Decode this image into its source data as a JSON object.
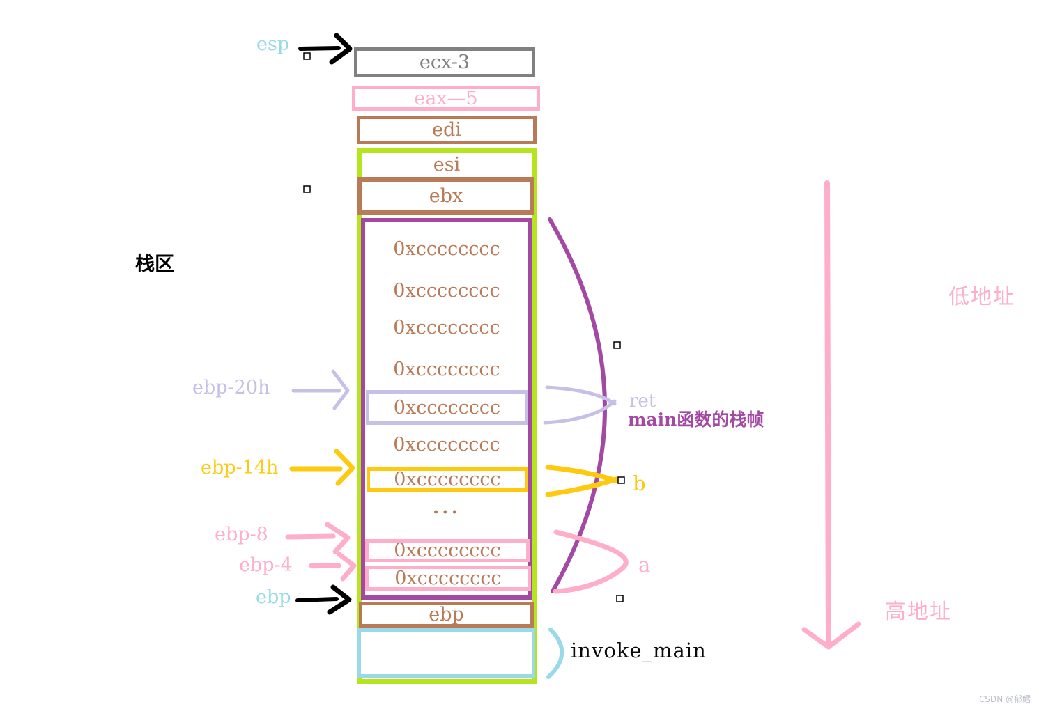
{
  "colors": {
    "gray": "#808080",
    "pink": "#FFAEC9",
    "brown": "#B97A57",
    "lime": "#B5E61D",
    "purple": "#A349A4",
    "lavender": "#C8BFE7",
    "gold": "#FFC90E",
    "sky": "#99D9EA",
    "ink": "#000000",
    "watermark": "#B9BDC9"
  },
  "left_labels": {
    "esp": "esp",
    "stack_area": "栈区",
    "ebp_20h": "ebp-20h",
    "ebp_14h": "ebp-14h",
    "ebp_8": "ebp-8",
    "ebp_4": "ebp-4",
    "ebp": "ebp"
  },
  "stack": {
    "cells": {
      "ecx": "ecx-3",
      "eax": "eax—5",
      "edi": "edi",
      "esi": "esi",
      "ebx": "ebx",
      "ebp": "ebp"
    },
    "frame_rows": [
      {
        "text": "0xcccccccc",
        "highlight": "none"
      },
      {
        "text": "0xcccccccc",
        "highlight": "none"
      },
      {
        "text": "0xcccccccc",
        "highlight": "none"
      },
      {
        "text": "0xcccccccc",
        "highlight": "none"
      },
      {
        "text": "0xcccccccc",
        "highlight": "lavender"
      },
      {
        "text": "0xcccccccc",
        "highlight": "none"
      },
      {
        "text": "0xcccccccc",
        "highlight": "gold"
      },
      {
        "text": "...",
        "highlight": "none"
      },
      {
        "text": "0xcccccccc",
        "highlight": "pink"
      },
      {
        "text": "0xcccccccc",
        "highlight": "pink"
      }
    ]
  },
  "right_labels": {
    "ret": "ret",
    "main_frame": "main函数的栈帧",
    "b": "b",
    "a": "a",
    "invoke_main": "invoke_main",
    "low_address": "低地址",
    "high_address": "高地址"
  },
  "watermark": "CSDN @郁鳕"
}
